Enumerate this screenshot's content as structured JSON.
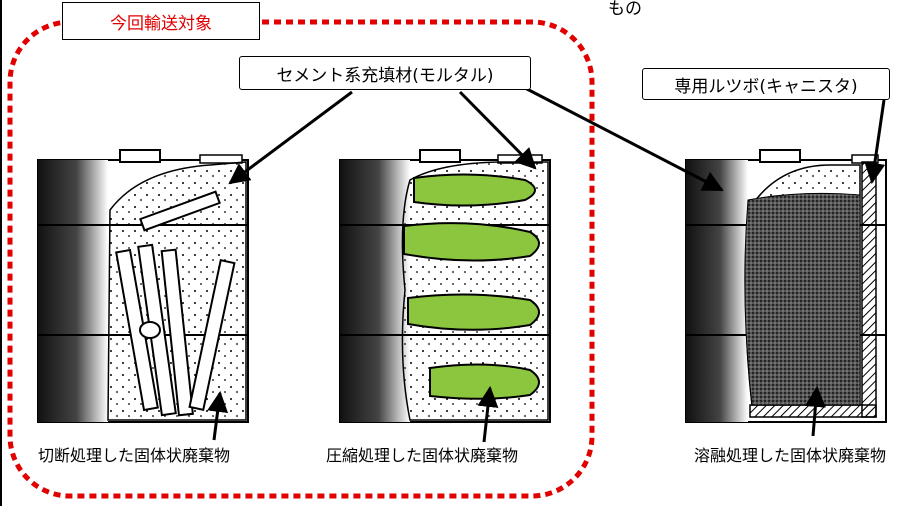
{
  "header_fragment": "もの",
  "scope_label": "今回輸送対象",
  "callouts": {
    "mortar": "セメント系充填材(モルタル)",
    "canister": "専用ルツボ(キャニスタ)"
  },
  "drums": [
    {
      "caption": "切断処理した固体状廃棄物"
    },
    {
      "caption": "圧縮処理した固体状廃棄物"
    },
    {
      "caption": "溶融処理した固体状廃棄物"
    }
  ],
  "colors": {
    "highlight_border": "#e00000",
    "compressed_waste": "#8cc63f",
    "drum_shading": "#222222"
  }
}
